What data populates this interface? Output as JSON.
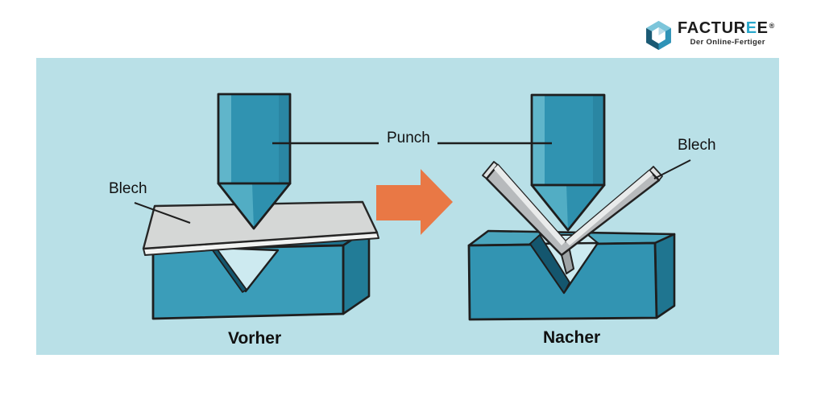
{
  "logo": {
    "brand_prefix": "FACTUR",
    "brand_accent_letter": "E",
    "brand_final_letter": "E",
    "registered_mark": "®",
    "tagline": "Der Online-Fertiger",
    "accent_color": "#29a8cc"
  },
  "diagram": {
    "labels": {
      "punch": "Punch",
      "blech_left": "Blech",
      "blech_right": "Blech"
    },
    "captions": {
      "before": "Vorher",
      "after": "Nacher"
    },
    "colors": {
      "panel_bg": "#b9e0e7",
      "machine_teal": "#3093b1",
      "machine_teal_light": "#60b5ca",
      "machine_teal_dark": "#217a94",
      "die_top_dark": "#1e7490",
      "groove_interior": "#cdeaf0",
      "groove_wall_dark": "#14566e",
      "sheet_gray": "#d5d7d6",
      "sheet_edge_light": "#f2f3f2",
      "bent_sheet_gray": "#b7babc",
      "arrow_orange": "#e97845",
      "outline": "#1e1e1e"
    }
  }
}
